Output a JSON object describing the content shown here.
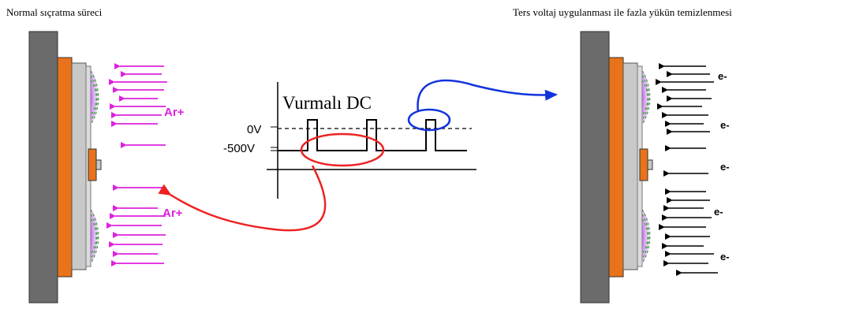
{
  "captions": {
    "left": "Normal sıçratma süreci",
    "right": "Ters voltaj uygulanması ile fazla yükün temizlenmesi"
  },
  "pulse_chart": {
    "title": "Vurmalı DC",
    "levels": {
      "high": "0V",
      "low": "-500V"
    }
  },
  "labels": {
    "ion_top": "Ar+",
    "ion_bottom": "Ar+",
    "electron": "e-"
  },
  "colors": {
    "target_gray": "#6b6b6b",
    "plate_orange": "#e8731a",
    "shield_gray": "#c8c8c8",
    "plasma_violet": "#d9a8f2",
    "ion_magenta": "#dd22dd",
    "circle_red": "#ee2222",
    "circle_blue": "#1133dd"
  }
}
